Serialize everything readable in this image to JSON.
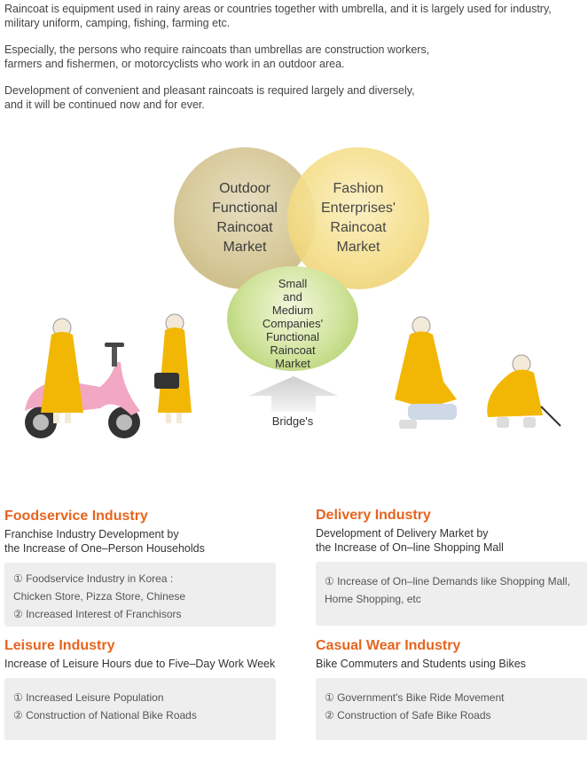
{
  "intro": {
    "p1": "Raincoat is equipment used in rainy areas or countries together with umbrella, and it is largely used for industry,\nmilitary uniform, camping, fishing, farming etc.",
    "p2": "Especially, the persons who require raincoats than umbrellas are construction workers,\nfarmers and fishermen, or motorcyclists who work in an outdoor area.",
    "p3": "Development of convenient and pleasant raincoats is required largely and diversely,\nand it will be continued now and for ever."
  },
  "diagram": {
    "outdoor": "Outdoor\nFunctional\nRaincoat\nMarket",
    "fashion": "Fashion\nEnterprises'\nRaincoat\nMarket",
    "small": "Small\nand\nMedium\nCompanies'\nFunctional\nRaincoat\nMarket",
    "bridge": "Bridge's"
  },
  "sections": {
    "foodservice": {
      "title": "Foodservice Industry",
      "subtitle": "Franchise Industry Development by\nthe Increase of One–Person Households",
      "items": [
        "① Foodservice Industry in Korea :\n    Chicken Store, Pizza Store, Chinese",
        "② Increased Interest of Franchisors"
      ]
    },
    "delivery": {
      "title": "Delivery Industry",
      "subtitle": "Development of Delivery Market by\nthe Increase of On–line Shopping Mall",
      "items": [
        "① Increase of On–line Demands like Shopping Mall,\n    Home Shopping, etc"
      ]
    },
    "leisure": {
      "title": "Leisure Industry",
      "subtitle": "Increase of Leisure Hours due to Five–Day Work Week",
      "items": [
        "① Increased Leisure Population",
        "② Construction of National Bike Roads"
      ]
    },
    "casual": {
      "title": "Casual Wear Industry",
      "subtitle": "Bike Commuters and Students using Bikes",
      "items": [
        "① Government's Bike Ride Movement",
        "② Construction of Safe Bike Roads"
      ]
    }
  },
  "colors": {
    "accent": "#e6641e",
    "box_bg": "#eeeeee",
    "raincoat": "#f2b705"
  },
  "icons": [
    "scooter-icon",
    "raincoat-figure-icon",
    "bridge-arrow-icon"
  ]
}
